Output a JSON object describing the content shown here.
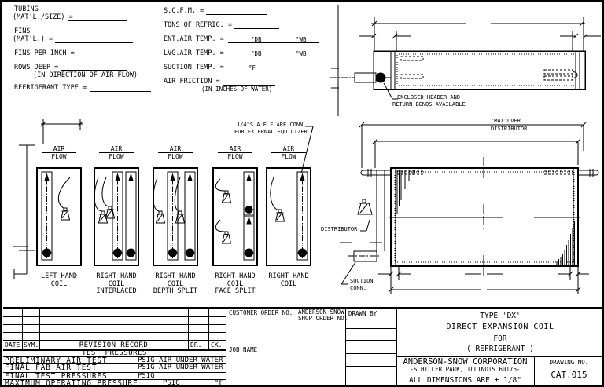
{
  "form_left": {
    "tubing": "TUBING",
    "tubing_mat": "(MAT'L./SIZE) =",
    "fins": "FINS",
    "fins_mat": "(MAT'L.) =",
    "fins_per_inch": "FINS PER INCH =",
    "rows_deep": "ROWS DEEP =",
    "rows_deep_note": "(IN DIRECTION OF AIR FLOW)",
    "refrigerant_type": "REFRIGERANT TYPE ="
  },
  "form_right": {
    "scfm": "S.C.F.M. =",
    "tons": "TONS OF REFRIG. =",
    "ent_air": "ENT.AIR TEMP. =",
    "lvg_air": "LVG.AIR TEMP. =",
    "db": "°DB",
    "wb": "°WB",
    "suction": "SUCTION TEMP. =",
    "deg_f": "°F",
    "air_friction": "AIR FRICTION =",
    "air_friction_note": "(IN INCHES OF WATER)"
  },
  "header_drawing": {
    "note1": "ENCLOSED HEADER AND",
    "note2": "RETURN BENDS AVAILABLE"
  },
  "equalizer_note": {
    "line1": "1/4\"S.A.E.FLARE CONN.",
    "line2": "FOR EXTERNAL EQUILIZER"
  },
  "air_flow": {
    "top": "AIR",
    "bottom": "FLOW"
  },
  "coil_captions": {
    "c1": {
      "l1": "LEFT HAND",
      "l2": "COIL",
      "l3": ""
    },
    "c2": {
      "l1": "RIGHT HAND",
      "l2": "COIL",
      "l3": "INTERLACED"
    },
    "c3": {
      "l1": "RIGHT HAND",
      "l2": "COIL",
      "l3": "DEPTH SPLIT"
    },
    "c4": {
      "l1": "RIGHT HAND",
      "l2": "COIL",
      "l3": "FACE SPLIT"
    },
    "c5": {
      "l1": "RIGHT HAND",
      "l2": "COIL",
      "l3": ""
    }
  },
  "face_drawing": {
    "maxover1": "'MAX'OVER",
    "maxover2": "DISTRIBUTOR",
    "distributor": "DISTRIBUTOR",
    "suction1": "SUCTION",
    "suction2": "CONN."
  },
  "title_block": {
    "date": "DATE",
    "sym": "SYM.",
    "revision_record": "REVISION RECORD",
    "dr": "DR.",
    "ck": "CK.",
    "test_pressures": "TEST PRESSURES",
    "tp_rows": [
      {
        "label": "PRELIMINARY AIR TEST",
        "value": "PSIG AIR UNDER WATER"
      },
      {
        "label": "FINAL FAB AIR TEST",
        "value": "PSIG AIR UNDER WATER"
      },
      {
        "label": "FINAL TEST PRESSURES",
        "value": "PSIG"
      },
      {
        "label": "MAXIMUM OPERATING PRESSURE",
        "value": "PSIG",
        "extra": "°F"
      }
    ],
    "customer_order": "CUSTOMER ORDER NO.",
    "shop_order1": "ANDERSON SNOW",
    "shop_order2": "SHOP ORDER NO.",
    "drawn_by": "DRAWN BY",
    "job_name": "JOB NAME",
    "type1": "TYPE 'DX'",
    "type2": "DIRECT EXPANSION COIL",
    "type3": "FOR",
    "type4": "( REFRIGERANT )",
    "company1": "ANDERSON-SNOW CORPORATION",
    "company2": "-SCHILLER PARK, ILLINOIS 60176-",
    "dims_note": "ALL DIMENSIONS ARE ± 1/8\"",
    "drawing_no_label": "DRAWING NO.",
    "drawing_no": "CAT.015"
  }
}
